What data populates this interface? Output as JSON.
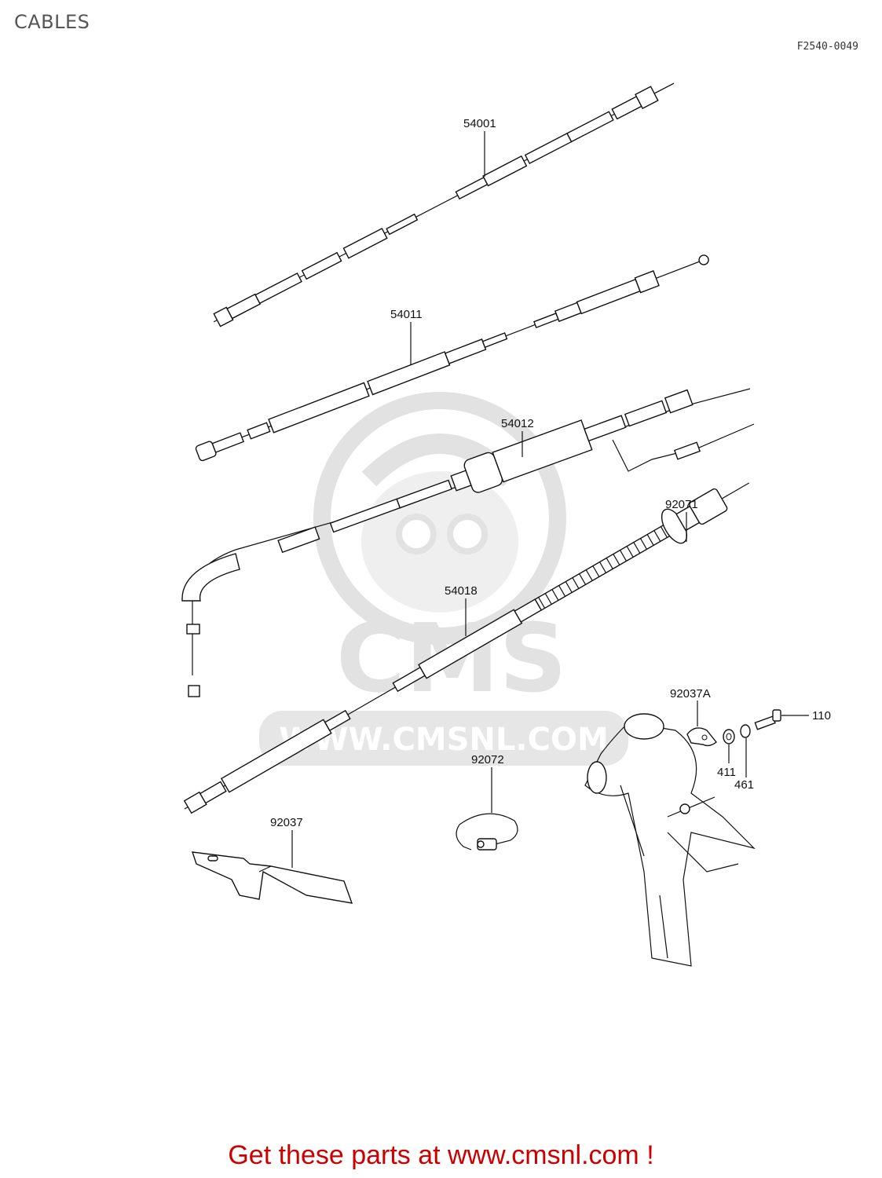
{
  "header": {
    "title": "CABLES",
    "diagram_code": "F2540-0049"
  },
  "parts": {
    "p54001": "54001",
    "p54011": "54011",
    "p54012": "54012",
    "p92071": "92071",
    "p54018": "54018",
    "p92037A": "92037A",
    "p110": "110",
    "p411": "411",
    "p461": "461",
    "p92072": "92072",
    "p92037": "92037"
  },
  "watermark": {
    "brand": "CMS",
    "url": "WWW.CMSNL.COM"
  },
  "footer": {
    "link_text": "Get these parts at www.cmsnl.com !"
  },
  "colors": {
    "footer": "#cc0000",
    "watermark": "#e2e2e2"
  }
}
